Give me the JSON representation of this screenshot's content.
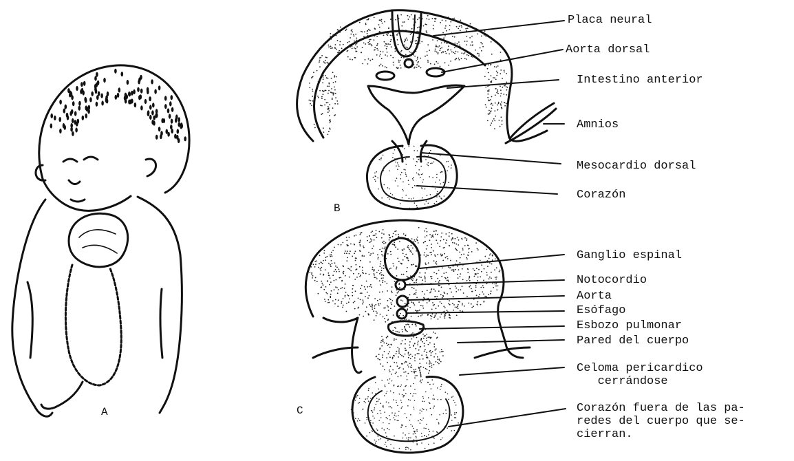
{
  "panels": {
    "a": "A",
    "b": "B",
    "c": "C"
  },
  "labels_b": {
    "placa_neural": "Placa neural",
    "aorta_dorsal": "Aorta dorsal",
    "intestino_anterior": "Intestino anterior",
    "amnios": "Amnios",
    "mesocardio_dorsal": "Mesocardio dorsal",
    "corazon": "Corazón"
  },
  "labels_c": {
    "ganglio_espinal": "Ganglio espinal",
    "notocordio": "Notocordio",
    "aorta": "Aorta",
    "esofago": "Esófago",
    "esbozo_pulmonar": "Esbozo pulmonar",
    "pared_del_cuerpo": "Pared del cuerpo",
    "celoma_pericardico": "Celoma pericardico\n   cerrándose",
    "corazon_fuera": "Corazón fuera de las pa-\nredes del cuerpo que se-\ncierran."
  }
}
